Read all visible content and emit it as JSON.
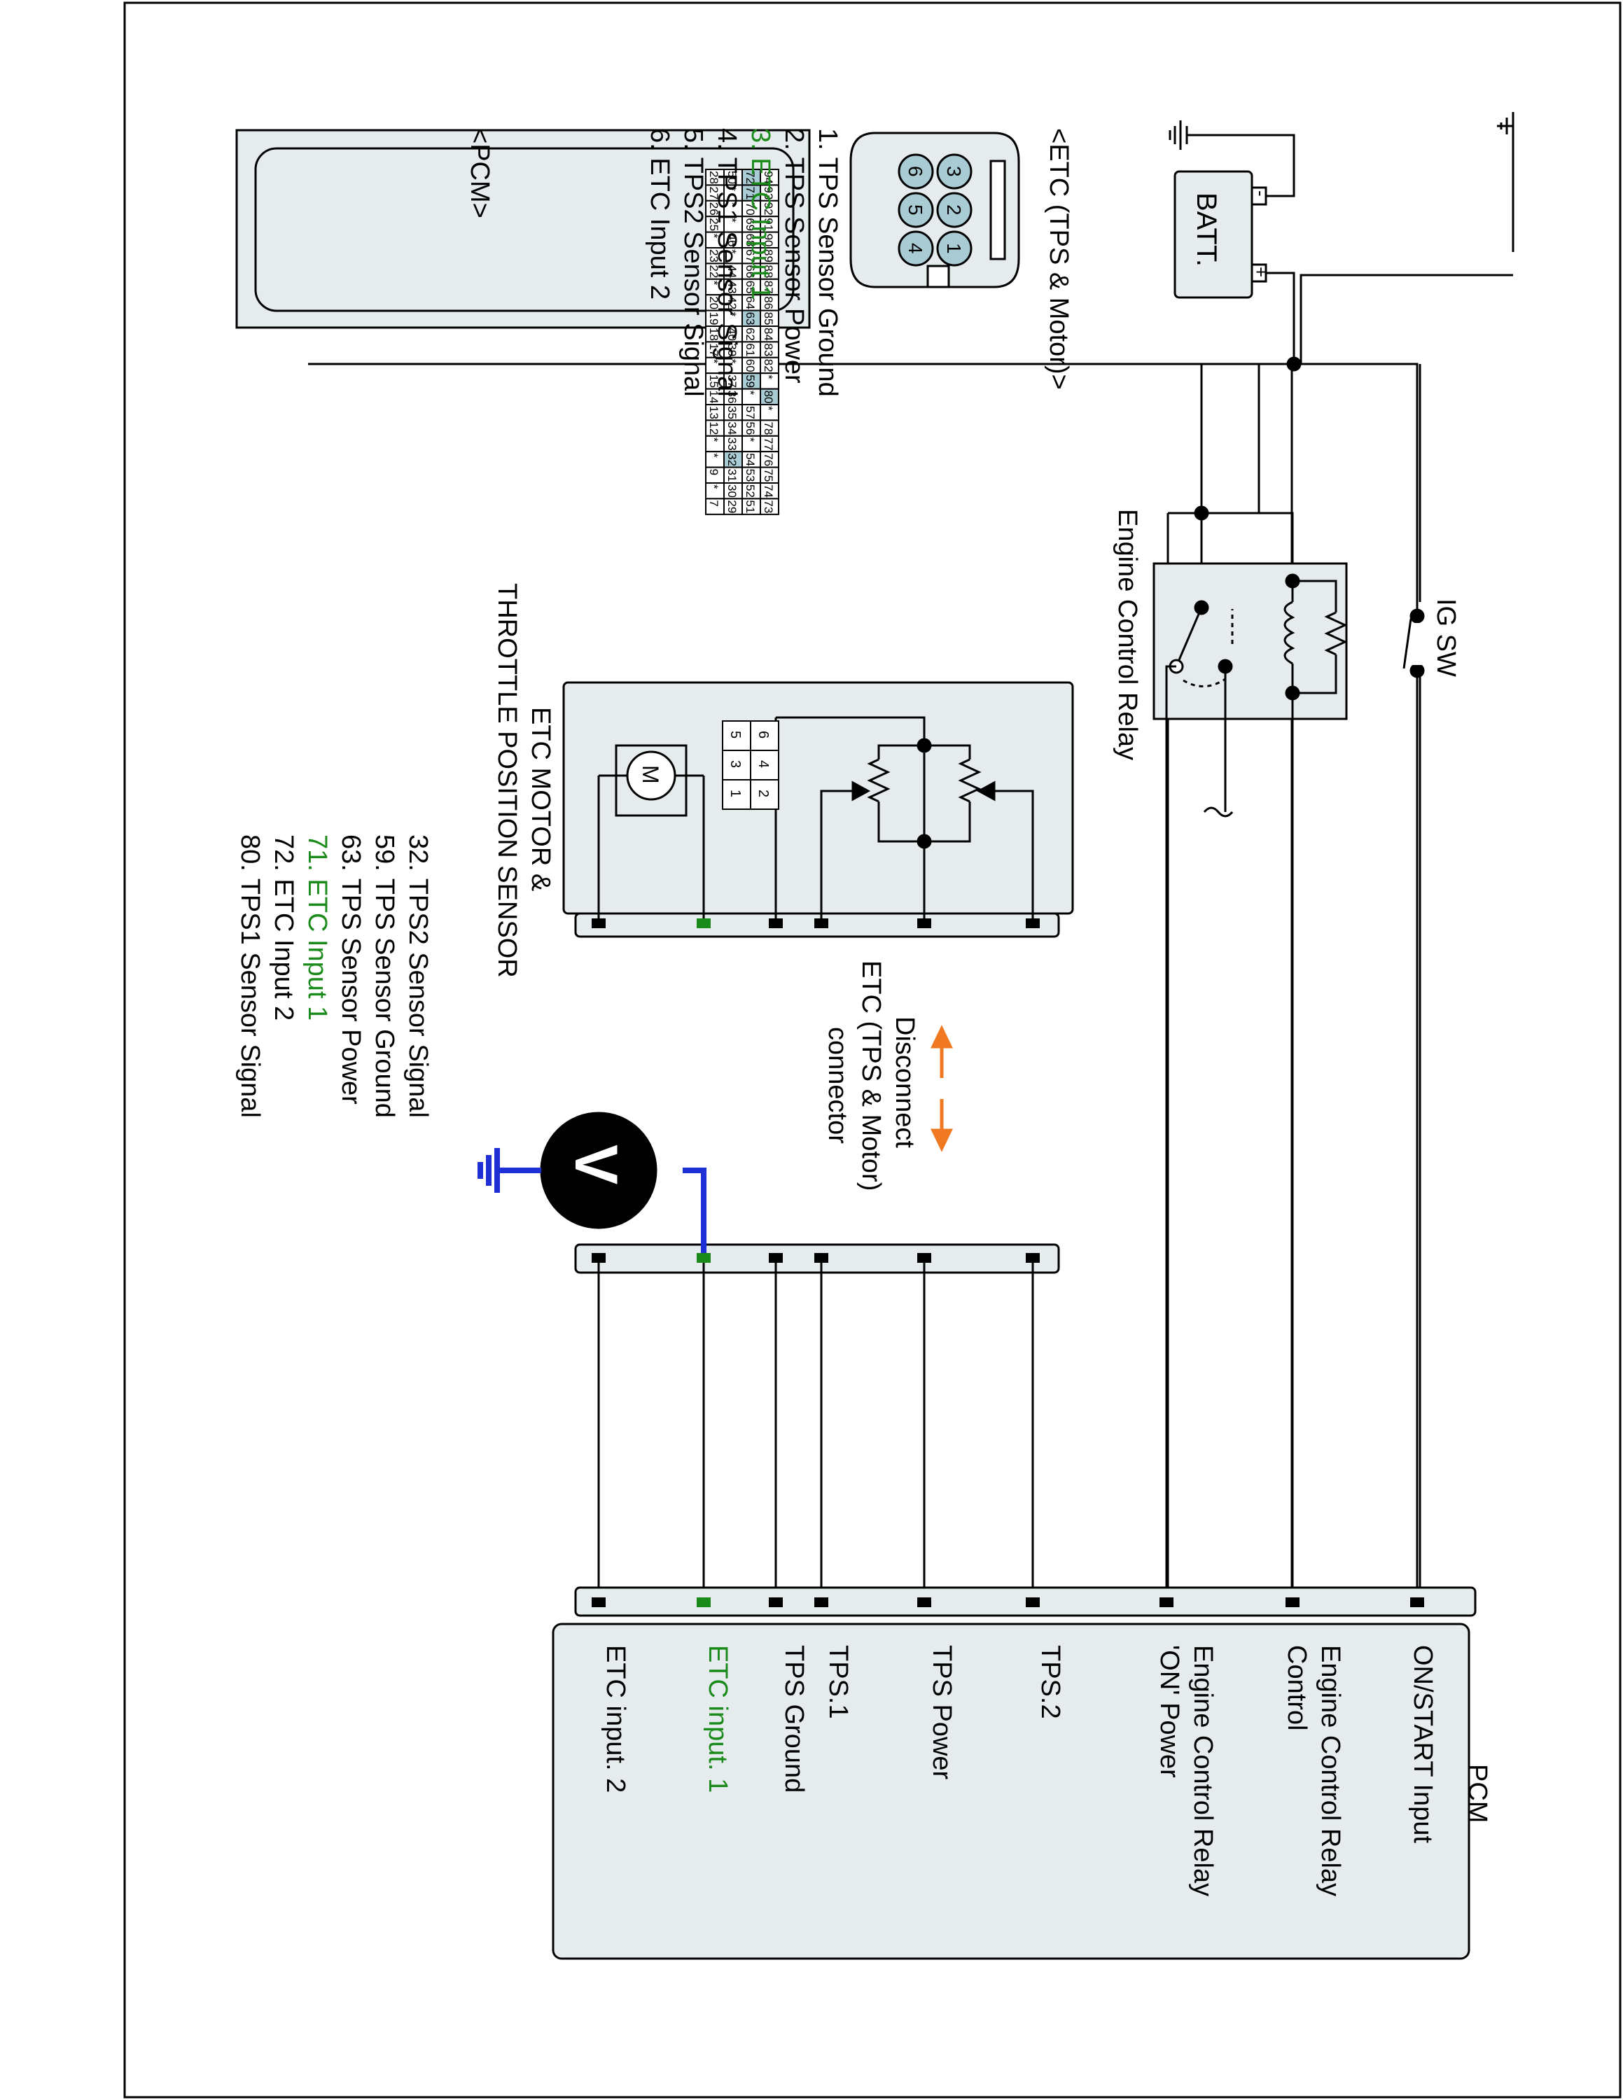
{
  "colors": {
    "wire": "#000000",
    "box_fill": "#e6eced",
    "pin_highlight": "#a9cbd4",
    "green": "#1a8a1a",
    "probe": "#1f2fd6",
    "arrow": "#f07820"
  },
  "power": {
    "battery_label": "BATT.",
    "battery_minus": "-",
    "battery_plus": "+",
    "ig_switch_label": "IG SW"
  },
  "relay": {
    "label": "Engine Control Relay"
  },
  "etc_connector": {
    "title": "<ETC (TPS & Motor)>",
    "pins": [
      "3",
      "2",
      "1",
      "6",
      "5",
      "4"
    ],
    "legend": [
      {
        "text": "1. TPS Sensor Ground",
        "highlight": false
      },
      {
        "text": "2. TPS Sensor Power",
        "highlight": false
      },
      {
        "text": "3. ETC Input 1",
        "highlight": true
      },
      {
        "text": "4. TPS1 Sensor Signal",
        "highlight": false
      },
      {
        "text": "5. TPS2 Sensor Signal",
        "highlight": false
      },
      {
        "text": "6. ETC Input 2",
        "highlight": false
      }
    ]
  },
  "etc_component": {
    "motor_symbol": "M",
    "label_line1": "ETC MOTOR &",
    "label_line2": "THROTTLE POSITION SENSOR"
  },
  "disconnect_note": {
    "line1": "Disconnect",
    "line2": "ETC (TPS & Motor)",
    "line3": "connector"
  },
  "voltmeter": {
    "symbol": "V"
  },
  "pcm_connector": {
    "title": "<PCM>",
    "rows": [
      [
        "94",
        "93",
        "92",
        "91",
        "90",
        "89",
        "88",
        "87",
        "86",
        "85",
        "84",
        "83",
        "82",
        "*",
        "80",
        "*",
        "78",
        "77",
        "76",
        "75",
        "74",
        "73"
      ],
      [
        "72",
        "71",
        "70",
        "69",
        "68",
        "67",
        "66",
        "65",
        "64",
        "63",
        "62",
        "61",
        "60",
        "59",
        "*",
        "57",
        "56",
        "*",
        "54",
        "53",
        "52",
        "51"
      ],
      [
        "50",
        "*",
        "*",
        "*",
        "46",
        "*",
        "44",
        "43",
        "42",
        "*",
        "40",
        "39",
        "*",
        "37",
        "36",
        "35",
        "34",
        "33",
        "32",
        "31",
        "30",
        "29"
      ],
      [
        "28",
        "27",
        "26",
        "25",
        "*",
        "23",
        "22",
        "*",
        "20",
        "19",
        "18",
        "17",
        "*",
        "15",
        "14",
        "13",
        "12",
        "*",
        "*",
        "9",
        "*",
        "7"
      ]
    ],
    "small_block": [
      [
        "6",
        "5"
      ],
      [
        "4",
        "3"
      ],
      [
        "2",
        "1"
      ]
    ],
    "legend": [
      {
        "text": "32. TPS2 Sensor Signal",
        "highlight": false
      },
      {
        "text": "59. TPS Sensor Ground",
        "highlight": false
      },
      {
        "text": "63. TPS Sensor Power",
        "highlight": false
      },
      {
        "text": "71. ETC Input 1",
        "highlight": true
      },
      {
        "text": "72. ETC Input 2",
        "highlight": false
      },
      {
        "text": "80. TPS1 Sensor Signal",
        "highlight": false
      }
    ]
  },
  "pcm_module": {
    "title": "PCM",
    "terminals": [
      {
        "line1": "ON/START Input",
        "line2": "",
        "highlight": false
      },
      {
        "line1": "Engine Control Relay",
        "line2": "Control",
        "highlight": false
      },
      {
        "line1": "Engine Control Relay",
        "line2": "'ON' Power",
        "highlight": false
      },
      {
        "line1": "TPS.2",
        "line2": "",
        "highlight": false
      },
      {
        "line1": "TPS Power",
        "line2": "",
        "highlight": false
      },
      {
        "line1": "TPS.1",
        "line2": "",
        "highlight": false
      },
      {
        "line1": "TPS Ground",
        "line2": "",
        "highlight": false
      },
      {
        "line1": "ETC input. 1",
        "line2": "",
        "highlight": true
      },
      {
        "line1": "ETC input. 2",
        "line2": "",
        "highlight": false
      }
    ]
  }
}
